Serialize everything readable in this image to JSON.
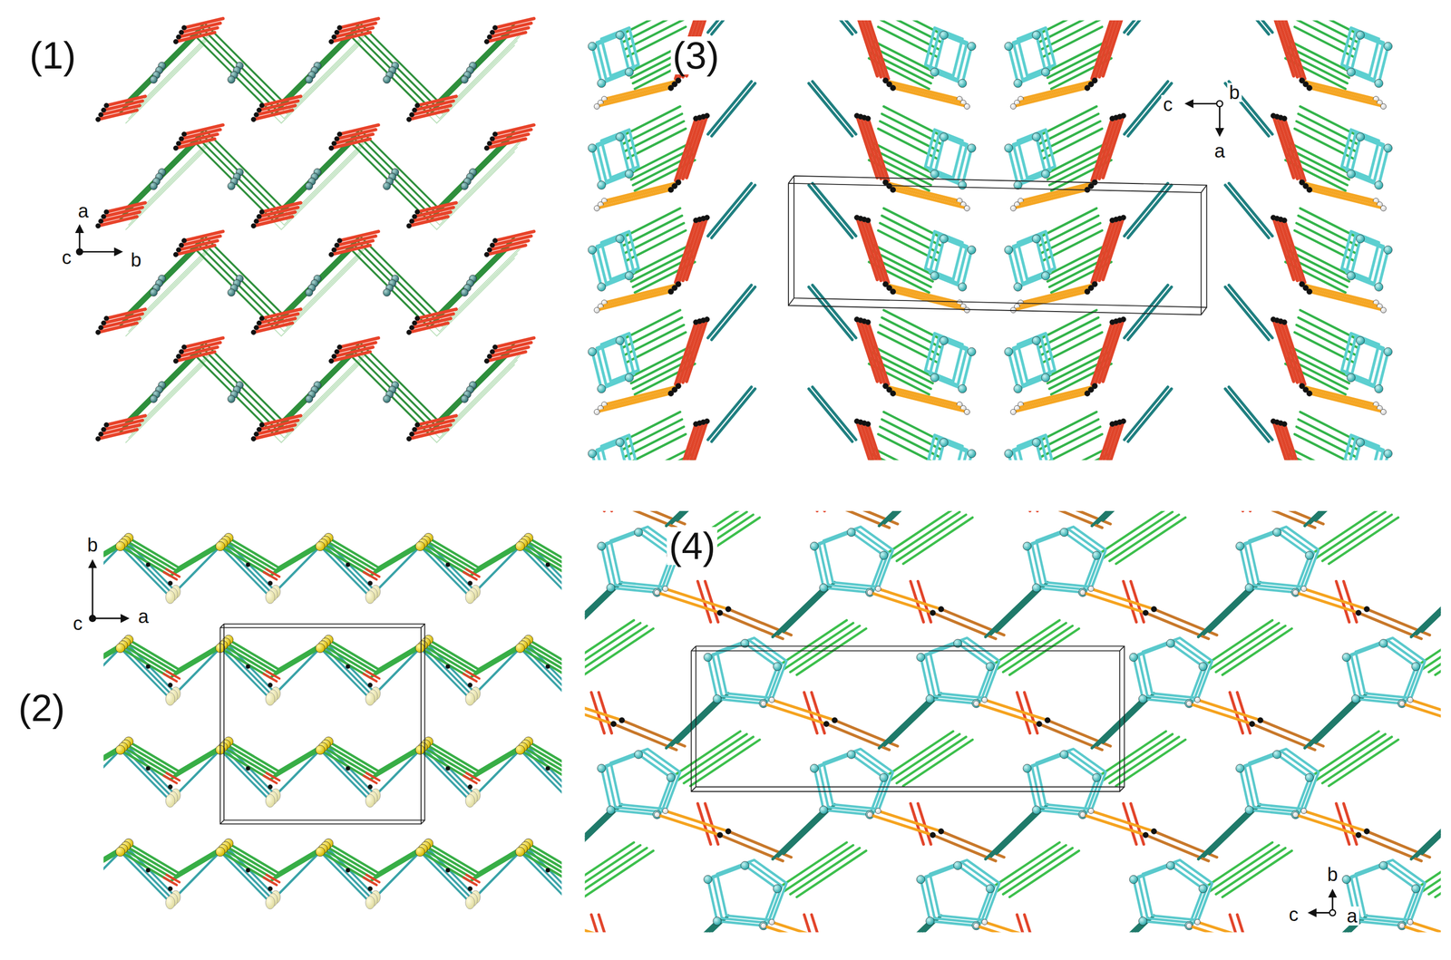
{
  "diagram": {
    "labels": [
      "(1)",
      "a",
      "c",
      "b",
      "(3)",
      "c",
      "b",
      "a",
      "(2)",
      "b",
      "c",
      "a",
      "(4)",
      "b",
      "c",
      "a"
    ]
  }
}
